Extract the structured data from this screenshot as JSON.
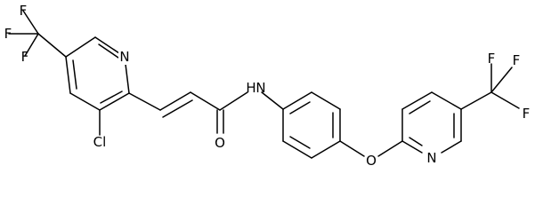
{
  "atoms": {
    "f_left_top": "F",
    "f_left_mid": "F",
    "f_left_bottom": "F",
    "n_left_ring": "N",
    "cl": "Cl",
    "o_carbonyl": "O",
    "nh": "N",
    "h_amide": "H",
    "o_ether": "O",
    "n_right_ring": "N",
    "f_right_top_a": "F",
    "f_right_top_b": "F",
    "f_right_side": "F"
  }
}
